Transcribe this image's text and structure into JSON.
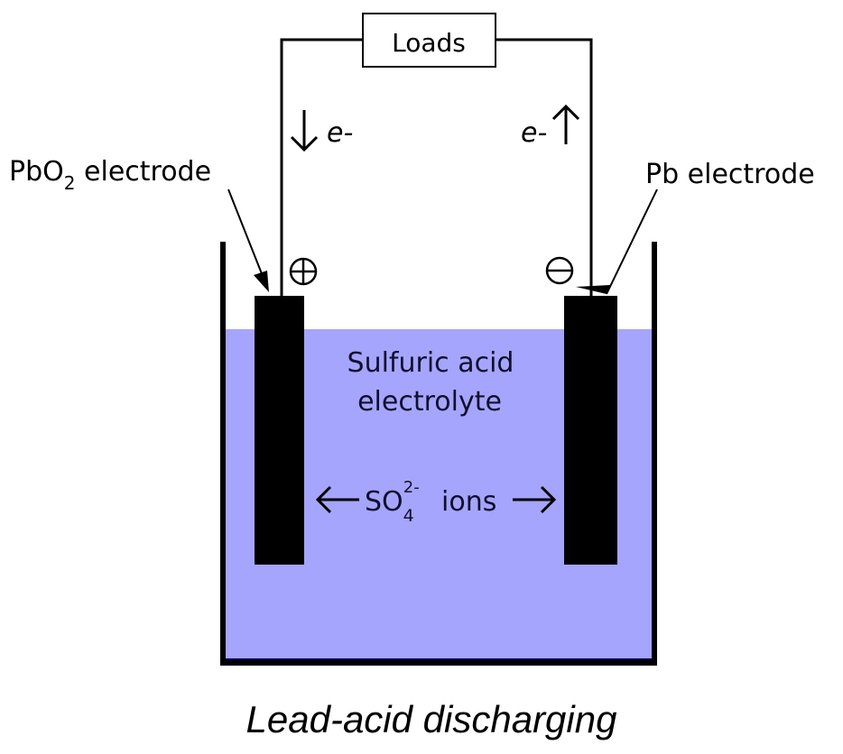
{
  "diagram": {
    "title": "Lead-acid discharging",
    "loads_label": "Loads",
    "electron_left": {
      "direction": "down",
      "arrow": "↓",
      "label": "e-"
    },
    "electron_right": {
      "direction": "up",
      "arrow": "↑",
      "label": "e-"
    },
    "positive_electrode": {
      "label_main": "PbO",
      "label_sub": "2",
      "label_rest": " electrode",
      "polarity_symbol": "⊕"
    },
    "negative_electrode": {
      "label": "Pb electrode",
      "polarity_symbol": "⊖"
    },
    "electrolyte": {
      "line1": "Sulfuric acid",
      "line2": "electrolyte",
      "color": "#a5a5fd"
    },
    "ions": {
      "left_arrow": "←",
      "formula_main": "SO",
      "formula_sub": "4",
      "formula_sup": "2-",
      "label": "ions",
      "right_arrow": "→"
    },
    "colors": {
      "electrode": "#000000",
      "container": "#000000",
      "electrolyte_text": "#101030"
    }
  }
}
